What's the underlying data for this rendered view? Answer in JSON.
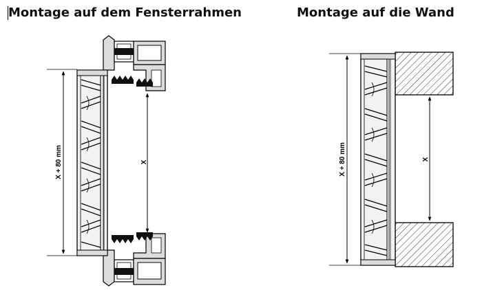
{
  "titles": {
    "left": "Montage auf dem Fensterrahmen",
    "right": "Montage auf die Wand"
  },
  "dimensions": {
    "left_outer": "X + 80 mm",
    "left_inner": "X",
    "right_outer": "X + 80 mm",
    "right_inner": "X"
  },
  "colors": {
    "stroke": "#000000",
    "frame_fill": "#dcdcdc",
    "grille_fill": "#f2f2f2",
    "seal_fill": "#111111",
    "hatch": "#333333"
  }
}
